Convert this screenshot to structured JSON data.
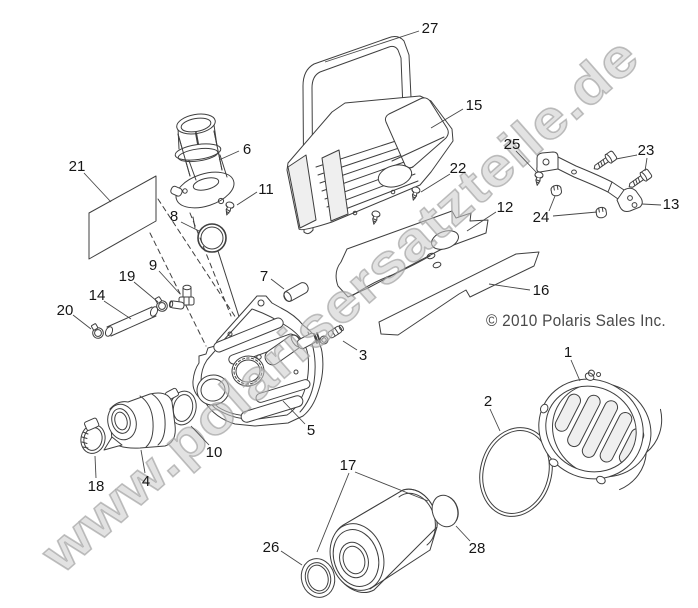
{
  "watermark": {
    "text": "www.polarisersatzteile.de",
    "fill_color": "#cbcbcb",
    "outline_color": "#979797"
  },
  "copyright": {
    "text": "© 2010 Polaris Sales Inc.",
    "color": "#4a4a4a"
  },
  "drawing": {
    "line_color": "#3f3f3f",
    "background": "#ffffff"
  },
  "callouts": {
    "c1": "1",
    "c2": "2",
    "c3": "3",
    "c4": "4",
    "c5": "5",
    "c6": "6",
    "c7": "7",
    "c8": "8",
    "c9": "9",
    "c10": "10",
    "c11": "11",
    "c12": "12",
    "c13": "13",
    "c14": "14",
    "c15": "15",
    "c16": "16",
    "c17": "17",
    "c18": "18",
    "c19": "19",
    "c20": "20",
    "c21": "21",
    "c22": "22",
    "c23": "23",
    "c24": "24",
    "c25": "25",
    "c26": "26",
    "c27": "27",
    "c28": "28"
  }
}
